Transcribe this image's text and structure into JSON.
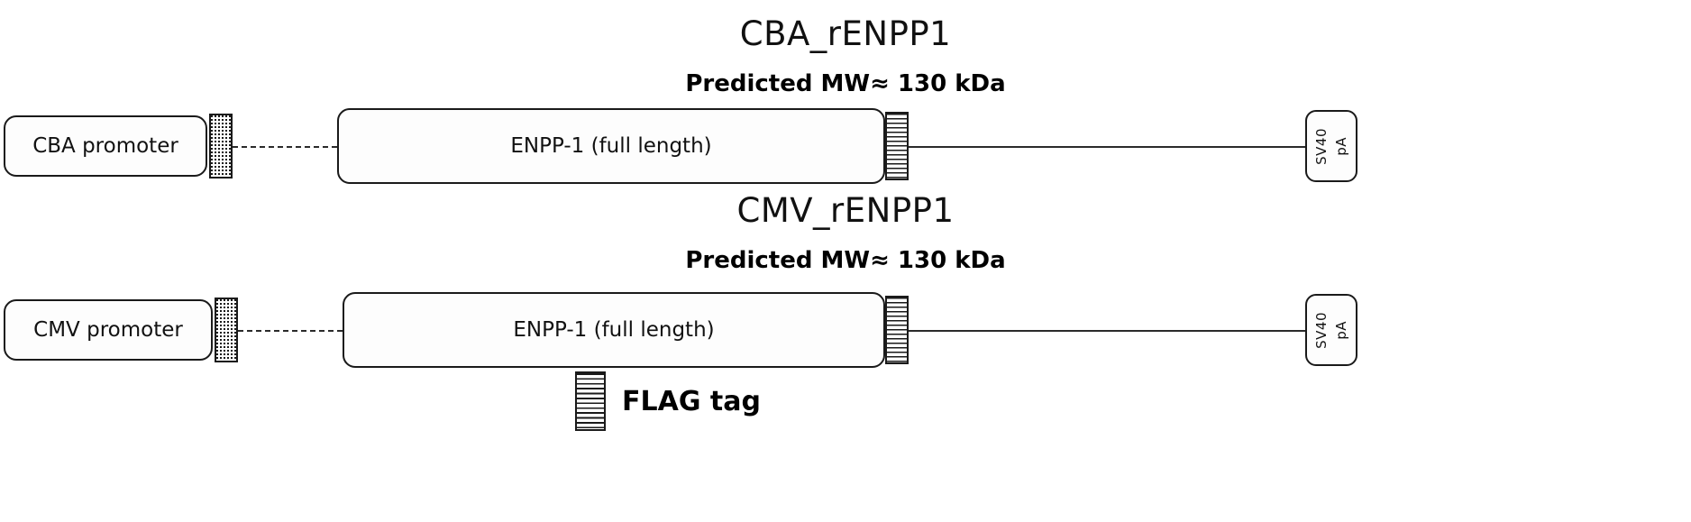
{
  "figure": {
    "legend": {
      "flag_tag_label": "FLAG tag",
      "swatch_name": "striped-block"
    }
  },
  "constructs": [
    {
      "id": "cba",
      "title": "CBA_rENPP1",
      "mw_text": "Predicted MW≈ 130 kDa",
      "promoter_label": "CBA promoter",
      "gene_label": "ENPP-1 (full length)",
      "terminator_label_line1": "SV40",
      "terminator_label_line2": "pA"
    },
    {
      "id": "cmv",
      "title": "CMV_rENPP1",
      "mw_text": "Predicted MW≈ 130 kDa",
      "promoter_label": "CMV promoter",
      "gene_label": "ENPP-1 (full length)",
      "terminator_label_line1": "SV40",
      "terminator_label_line2": "pA"
    }
  ]
}
